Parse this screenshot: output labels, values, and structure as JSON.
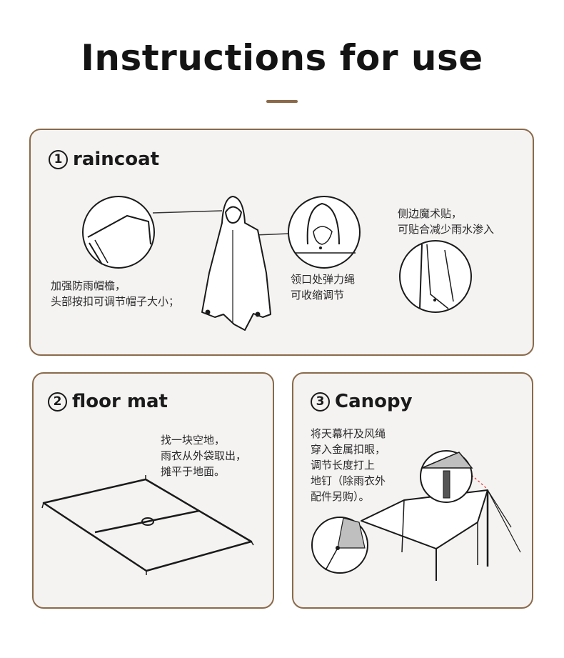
{
  "title": "Instructions for use",
  "accent_color": "#8a6a4a",
  "sections": {
    "raincoat": {
      "number": "1",
      "heading": "raincoat",
      "notes": {
        "brim": [
          "加强防雨帽檐，",
          "头部按扣可调节帽子大小；"
        ],
        "collar": [
          "领口处弹力绳",
          "可收缩调节"
        ],
        "side": [
          "侧边魔术贴，",
          "可贴合减少雨水渗入"
        ]
      }
    },
    "floor_mat": {
      "number": "2",
      "heading": "floor mat",
      "note": [
        "找一块空地，",
        "雨衣从外袋取出，",
        "摊平于地面。"
      ]
    },
    "canopy": {
      "number": "3",
      "heading": "Canopy",
      "note": [
        "将天幕杆及风绳",
        "穿入金属扣眼，",
        "调节长度打上",
        "地钉（除雨衣外",
        "配件另购）。"
      ]
    }
  }
}
